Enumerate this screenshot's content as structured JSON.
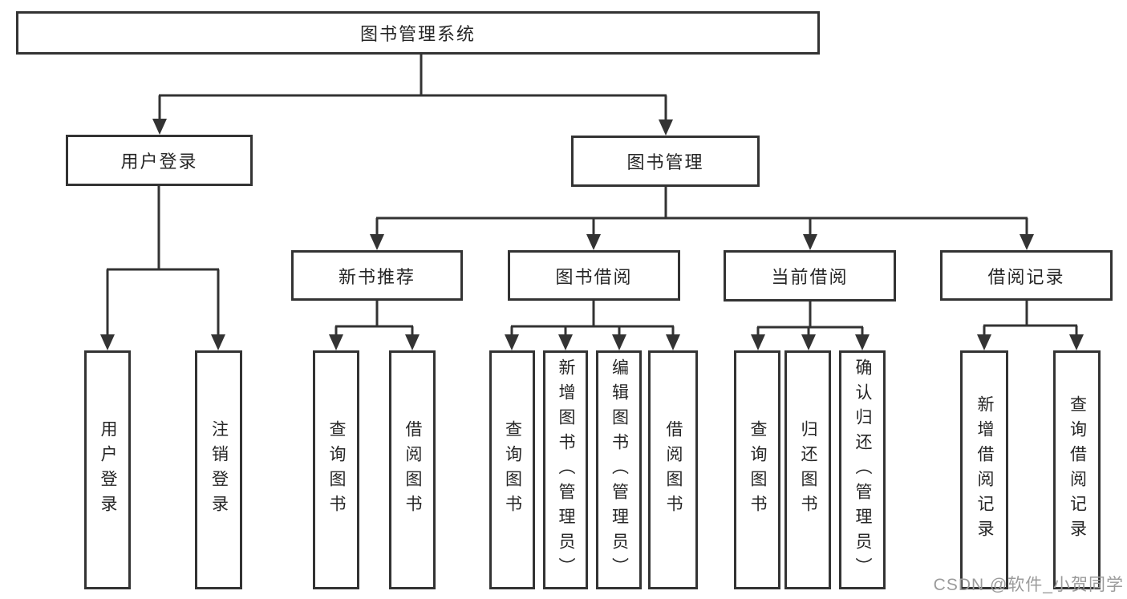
{
  "diagram_title": "图书管理系统",
  "nodes": {
    "root": "图书管理系统",
    "user_login": "用户登录",
    "book_mgmt": "图书管理",
    "new_book_rec": "新书推荐",
    "book_borrow": "图书借阅",
    "current_borrow": "当前借阅",
    "borrow_record": "借阅记录",
    "leaf_user_login": "用户登录",
    "leaf_logout": "注销登录",
    "leaf_query_book_1": "查询图书",
    "leaf_borrow_book_1": "借阅图书",
    "leaf_query_book_2": "查询图书",
    "leaf_add_book": "新增图书（管理员）",
    "leaf_edit_book": "编辑图书（管理员）",
    "leaf_borrow_book_2": "借阅图书",
    "leaf_query_book_3": "查询图书",
    "leaf_return_book": "归还图书",
    "leaf_confirm_return": "确认归还（管理员）",
    "leaf_add_record": "新增借阅记录",
    "leaf_query_record": "查询借阅记录"
  },
  "watermark": "CSDN @软件_小贺同学",
  "colors": {
    "line": "#333333",
    "text": "#262626",
    "watermark": "#9b9b9b",
    "background": "#ffffff"
  }
}
